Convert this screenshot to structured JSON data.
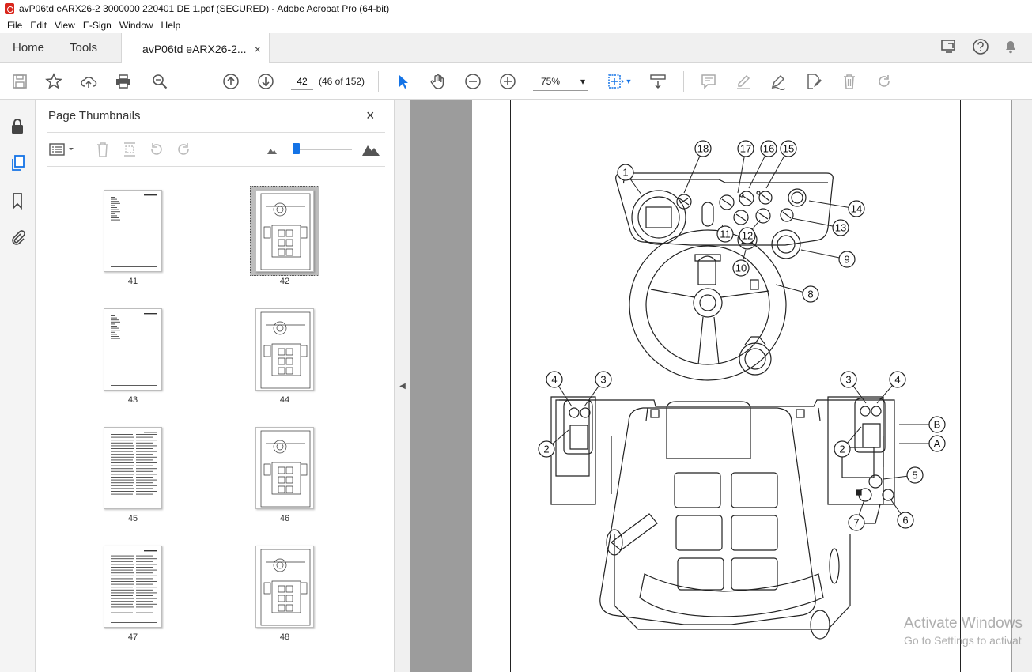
{
  "window": {
    "title": "avP06td eARX26-2 3000000 220401 DE 1.pdf (SECURED) - Adobe Acrobat Pro (64-bit)"
  },
  "menu": [
    "File",
    "Edit",
    "View",
    "E-Sign",
    "Window",
    "Help"
  ],
  "tabs": {
    "home": "Home",
    "tools": "Tools",
    "document": "avP06td eARX26-2...",
    "close": "×"
  },
  "toolbar": {
    "page_number": "42",
    "page_of": "(46 of 152)",
    "zoom": "75%"
  },
  "thumbnail_panel": {
    "title": "Page Thumbnails",
    "close": "×",
    "thumbnails": [
      {
        "label": "41"
      },
      {
        "label": "42"
      },
      {
        "label": "43"
      },
      {
        "label": "44"
      },
      {
        "label": "45"
      },
      {
        "label": "46"
      },
      {
        "label": "47"
      },
      {
        "label": "48"
      }
    ],
    "selected_page": "42"
  },
  "diagram": {
    "callouts": [
      "18",
      "17",
      "16",
      "15",
      "1",
      "14",
      "13",
      "11",
      "12",
      "9",
      "10",
      "8",
      "4",
      "3",
      "3",
      "4",
      "2",
      "2",
      "B",
      "A",
      "5",
      "7",
      "6"
    ]
  },
  "watermark": {
    "line1": "Activate Windows",
    "line2": "Go to Settings to activat"
  },
  "colors": {
    "accent": "#1473e6",
    "pdf_red": "#d9261c",
    "doc_background": "#9c9c9c"
  }
}
